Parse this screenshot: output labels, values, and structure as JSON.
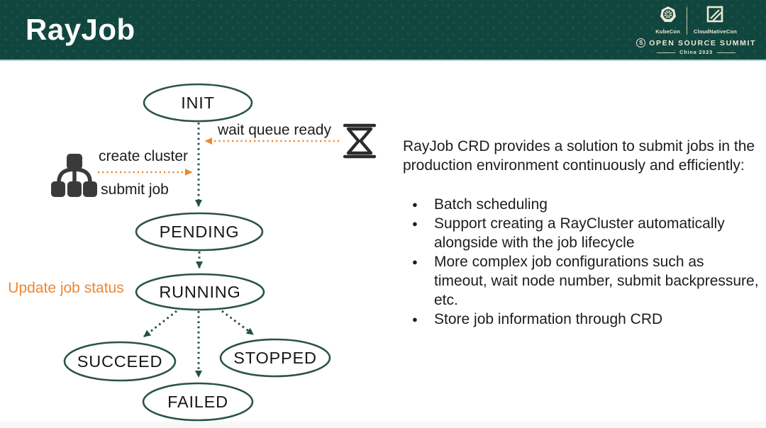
{
  "header": {
    "title": "RayJob",
    "logos": {
      "kubecon_label": "KubeCon",
      "cloudnativecon_label": "CloudNativeCon",
      "summit_icon_letter": "S",
      "summit_label": "OPEN SOURCE SUMMIT",
      "location_label": "China 2023"
    }
  },
  "diagram": {
    "nodes": [
      {
        "id": "init",
        "label": "INIT"
      },
      {
        "id": "pending",
        "label": "PENDING"
      },
      {
        "id": "running",
        "label": "RUNNING"
      },
      {
        "id": "succeed",
        "label": "SUCCEED"
      },
      {
        "id": "stopped",
        "label": "STOPPED"
      },
      {
        "id": "failed",
        "label": "FAILED"
      }
    ],
    "edge_labels": {
      "wait_queue_ready": "wait queue ready",
      "create_cluster": "create cluster",
      "submit_job": "submit job",
      "update_job_status": "Update job status"
    },
    "edges": [
      {
        "from": "init",
        "to": "pending",
        "labels": [
          "create cluster",
          "submit job",
          "wait queue ready"
        ]
      },
      {
        "from": "pending",
        "to": "running",
        "labels": []
      },
      {
        "from": "running",
        "to": "succeed",
        "labels": []
      },
      {
        "from": "running",
        "to": "failed",
        "labels": []
      },
      {
        "from": "running",
        "to": "stopped",
        "labels": []
      }
    ],
    "icons": [
      "hourglass-icon",
      "cluster-icon"
    ],
    "colors": {
      "node_border_teal": "#2a524b",
      "arrow_teal": "#24504a",
      "accent_orange": "#ed8733",
      "header_bg": "#11463f",
      "logo_cream": "#efe9d4"
    }
  },
  "content": {
    "intro": "RayJob CRD provides a solution to submit jobs in the production environment continuously and efficiently:",
    "bullets": [
      "Batch scheduling",
      "Support creating a RayCluster automatically alongside with the job lifecycle",
      "More complex job configurations such as timeout, wait node number, submit backpressure, etc.",
      "Store job information through CRD"
    ]
  }
}
